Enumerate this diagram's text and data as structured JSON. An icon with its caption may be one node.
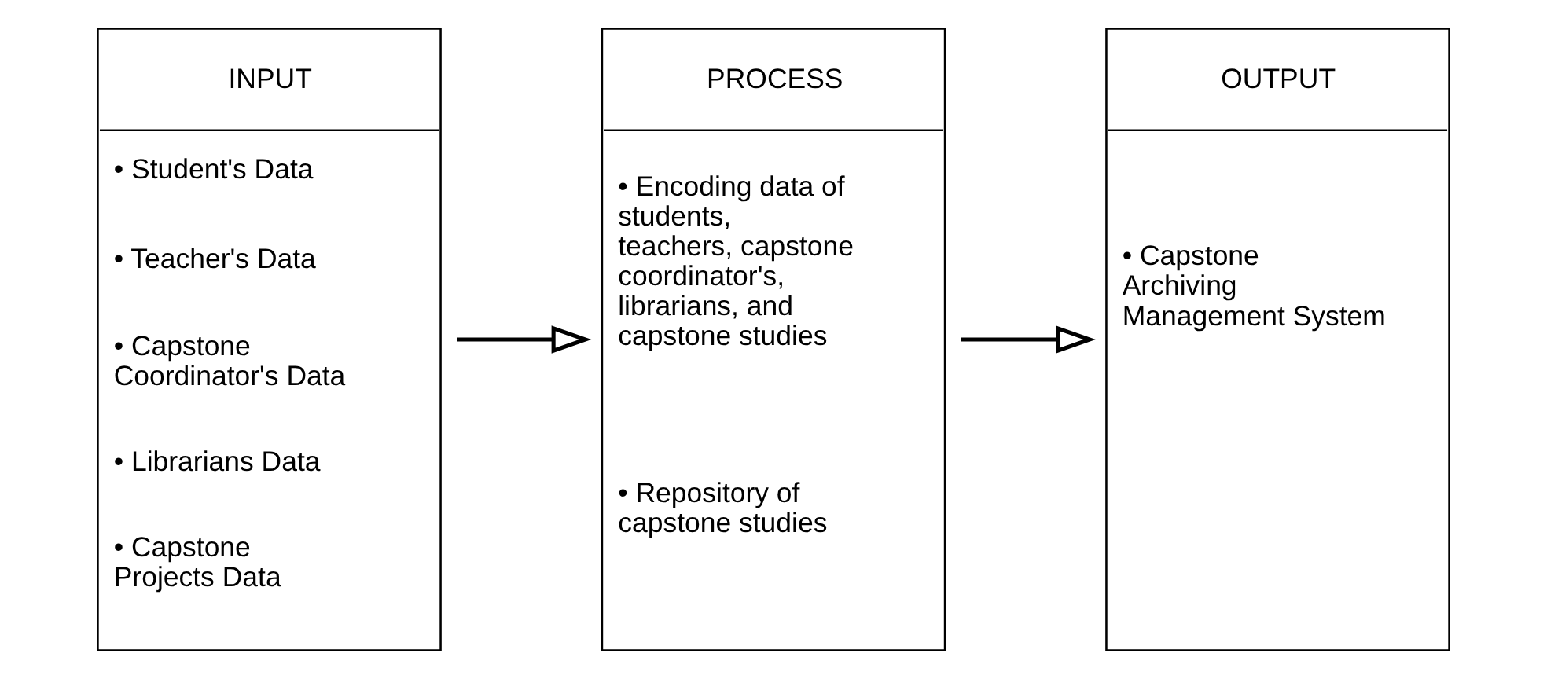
{
  "diagram": {
    "nodes": [
      {
        "text": [
          "INPUT",
          "• Student's Data",
          "• Teacher's Data",
          "• Capstone Coordinator's Data",
          "• Librarians Data",
          "• Capstone Projects Data"
        ]
      },
      {
        "text": [
          "PROCESS",
          "• Encoding data of students, teachers, capstone coordinator's, librarians, and capstone studies",
          "• Repository of capstone studies"
        ]
      },
      {
        "text": [
          "OUTPUT",
          "• Capstone Archiving Management System"
        ]
      }
    ],
    "edges": [
      {
        "from": 0,
        "to": 1,
        "arrow": "to"
      },
      {
        "from": 1,
        "to": 2,
        "arrow": "to"
      }
    ]
  }
}
